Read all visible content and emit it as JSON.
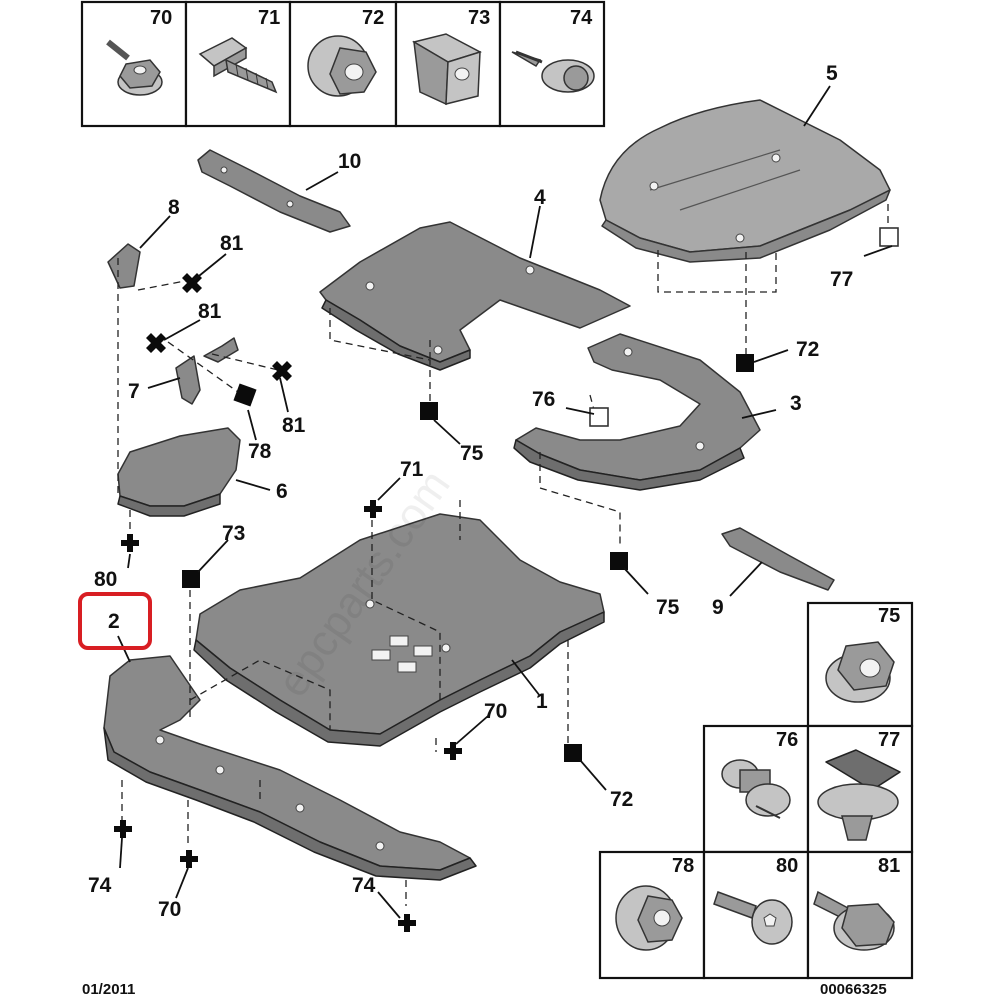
{
  "parts_top_row": [
    {
      "num": "70",
      "icon": "flange-screw-icon"
    },
    {
      "num": "71",
      "icon": "threaded-stud-icon"
    },
    {
      "num": "72",
      "icon": "flange-nut-icon"
    },
    {
      "num": "73",
      "icon": "cage-nut-clip-icon"
    },
    {
      "num": "74",
      "icon": "tapping-screw-icon"
    }
  ],
  "parts_right_grid": [
    {
      "num": "75",
      "icon": "hex-flange-nut-icon"
    },
    {
      "num": "76",
      "icon": "push-rivet-icon"
    },
    {
      "num": "77",
      "icon": "plastic-clip-icon"
    },
    {
      "num": "78",
      "icon": "flange-nut-icon"
    },
    {
      "num": "80",
      "icon": "torx-screw-icon"
    },
    {
      "num": "81",
      "icon": "hex-bolt-icon"
    }
  ],
  "callouts": {
    "c1": "1",
    "c2": "2",
    "c3": "3",
    "c4": "4",
    "c5": "5",
    "c6": "6",
    "c7": "7",
    "c8": "8",
    "c9": "9",
    "c10": "10",
    "c70a": "70",
    "c70b": "70",
    "c71": "71",
    "c72a": "72",
    "c72b": "72",
    "c73": "73",
    "c74a": "74",
    "c74b": "74",
    "c75a": "75",
    "c75b": "75",
    "c76": "76",
    "c77": "77",
    "c78": "78",
    "c80": "80",
    "c81a": "81",
    "c81b": "81",
    "c81c": "81"
  },
  "footer": {
    "date": "01/2011",
    "ref": "00066325"
  },
  "highlight": {
    "part": "2",
    "color": "#d81e23"
  },
  "watermark": "epcparts.com"
}
